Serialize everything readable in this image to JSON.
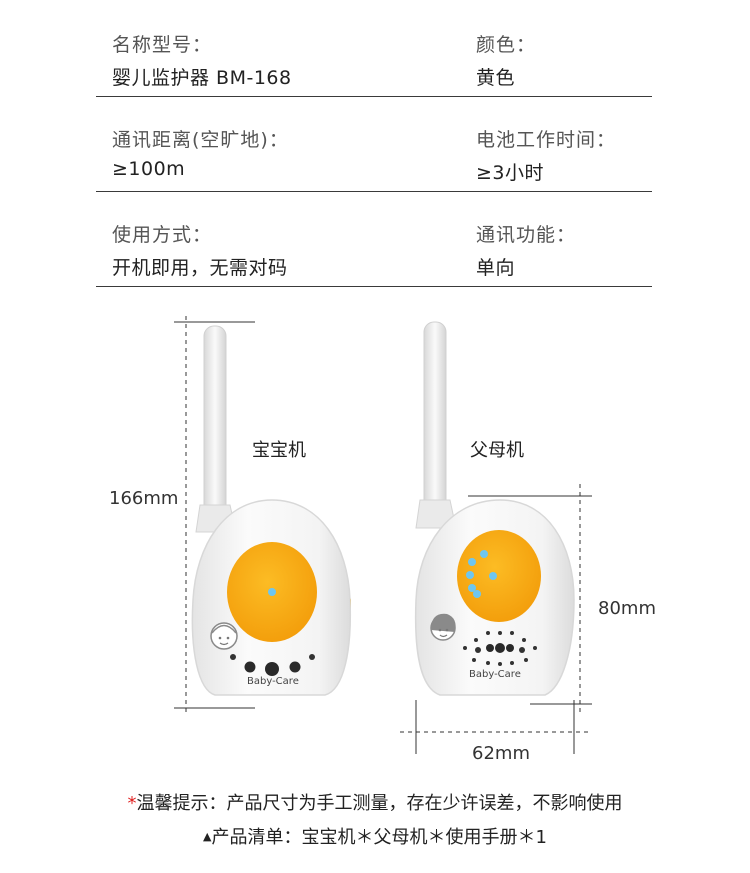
{
  "specs": [
    {
      "left": {
        "label": "名称型号：",
        "value": "婴儿监护器  BM-168"
      },
      "right": {
        "label": "颜色：",
        "value": "黄色"
      }
    },
    {
      "left": {
        "label": "通讯距离(空旷地)：",
        "value": "≥100m"
      },
      "right": {
        "label": "电池工作时间：",
        "value": "≥3小时"
      }
    },
    {
      "left": {
        "label": "使用方式：",
        "value": "开机即用，无需对码"
      },
      "right": {
        "label": "通讯功能：",
        "value": "单向"
      }
    }
  ],
  "devices": {
    "baby_unit": {
      "name": "宝宝机",
      "brand": "Baby-Care"
    },
    "parent_unit": {
      "name": "父母机",
      "brand": "Baby-Care"
    }
  },
  "dimensions": {
    "height": "166mm",
    "body_height": "80mm",
    "width": "62mm"
  },
  "footer": {
    "notice_mark": "*",
    "notice": "温馨提示：产品尺寸为手工测量，存在少许误差，不影响使用",
    "contents_mark": "▲",
    "contents": "产品清单：宝宝机＊父母机＊使用手册＊1"
  },
  "colors": {
    "device_body": "#f6f6f6",
    "orange_face": "#f8a810",
    "indicator_blue": "#6ec6f0",
    "dim_line": "#333333",
    "notice_mark": "#e02020"
  }
}
